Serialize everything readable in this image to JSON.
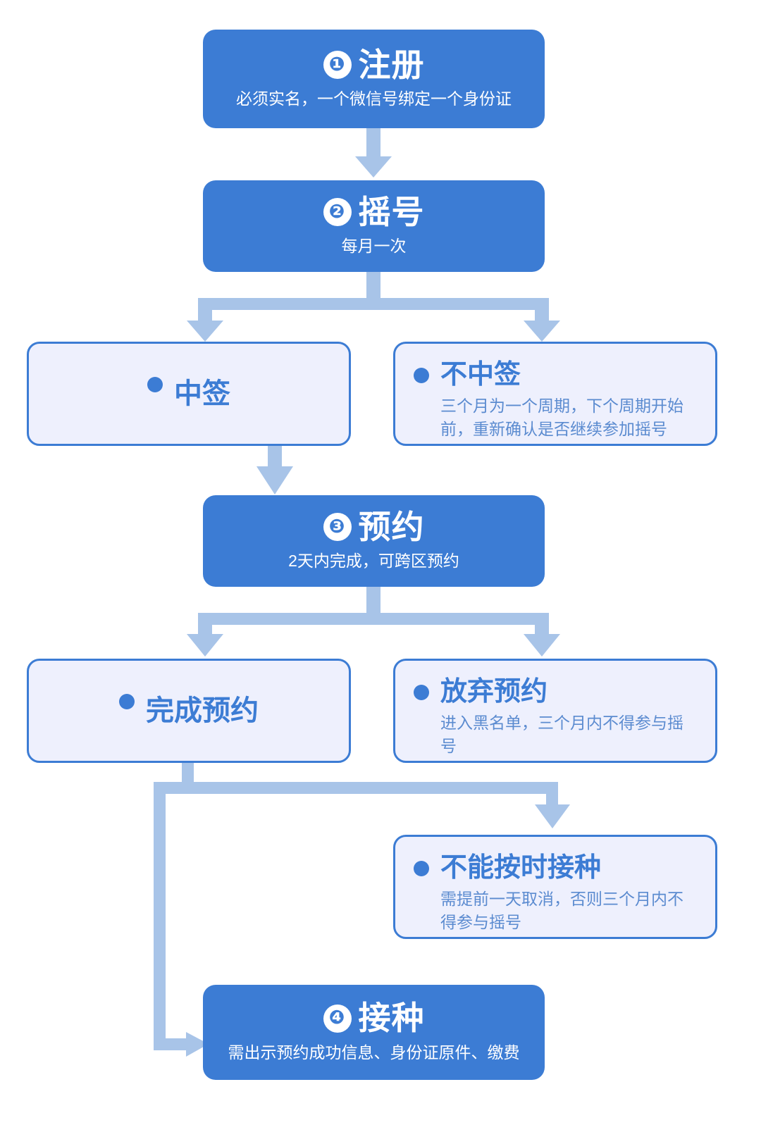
{
  "palette": {
    "primary_fill": "#3c7cd4",
    "secondary_fill": "#eef0fd",
    "secondary_border": "#3c7cd4",
    "connector": "#a8c4e8",
    "body_text": "#5b8bd0",
    "page_background": "#ffffff"
  },
  "nodes": {
    "register": {
      "step": "❶",
      "title": "注册",
      "subtitle": "必须实名，一个微信号绑定一个身份证"
    },
    "lottery": {
      "step": "❷",
      "title": "摇号",
      "subtitle": "每月一次"
    },
    "won": {
      "title": "中签",
      "body": ""
    },
    "not_won": {
      "title": "不中签",
      "body": "三个月为一个周期，下个周期开始前，重新确认是否继续参加摇号"
    },
    "appointment": {
      "step": "❸",
      "title": "预约",
      "subtitle": "2天内完成，可跨区预约"
    },
    "appointment_done": {
      "title": "完成预约",
      "body": ""
    },
    "appointment_abandoned": {
      "title": "放弃预约",
      "body": "进入黑名单，三个月内不得参与摇号"
    },
    "cannot_attend": {
      "title": "不能按时接种",
      "body": "需提前一天取消，否则三个月内不得参与摇号"
    },
    "vaccination": {
      "step": "❹",
      "title": "接种",
      "subtitle": "需出示预约成功信息、身份证原件、缴费"
    }
  }
}
